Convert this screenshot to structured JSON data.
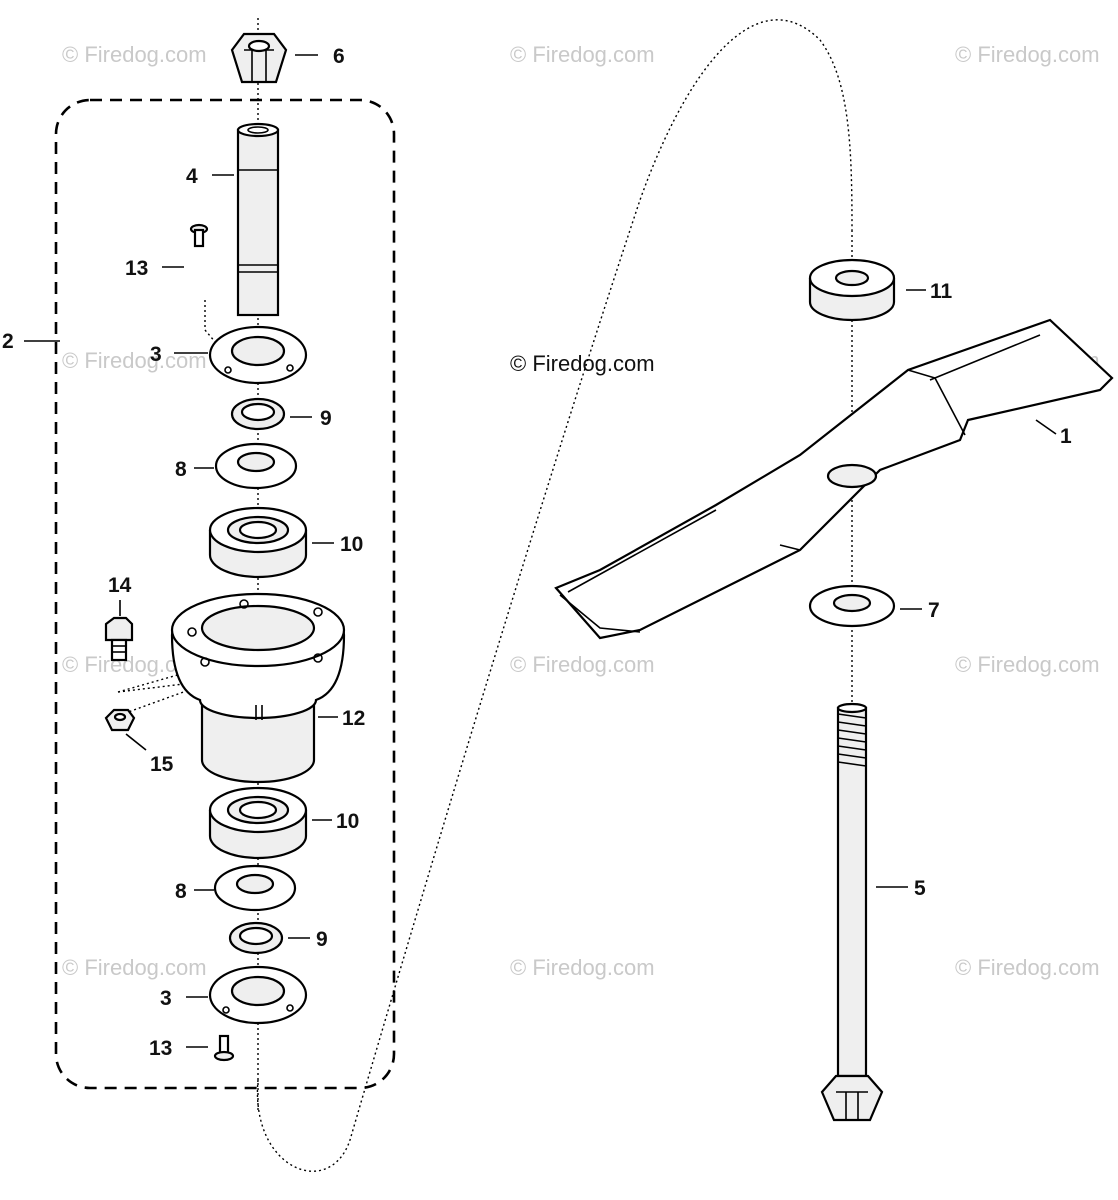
{
  "watermark": "© Firedog.com",
  "diagram_type": "exploded parts diagram — mower blade spindle assembly",
  "callouts": {
    "blade": "1",
    "spindle_assembly": "2",
    "bearing_plate_top": "3",
    "bearing_plate_bottom": "3",
    "spindle_shaft": "4",
    "bolt": "5",
    "nut": "6",
    "washer": "7",
    "spacer_top": "8",
    "spacer_bottom": "8",
    "retaining_ring_top": "9",
    "retaining_ring_bottom": "9",
    "bearing_top": "10",
    "bearing_bottom": "10",
    "blade_spacer": "11",
    "housing": "12",
    "screw_top": "13",
    "screw_bottom": "13",
    "mount_bolt": "14",
    "mount_nut": "15"
  }
}
